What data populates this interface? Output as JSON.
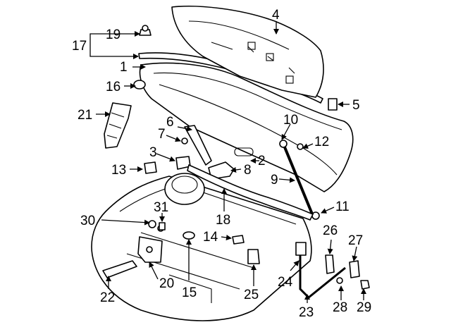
{
  "figure": {
    "background": "#ffffff",
    "line_color": "#000000"
  },
  "callouts": {
    "c1": "1",
    "c2": "2",
    "c3": "3",
    "c4": "4",
    "c5": "5",
    "c6": "6",
    "c7": "7",
    "c8": "8",
    "c9": "9",
    "c10": "10",
    "c11": "11",
    "c12": "12",
    "c13": "13",
    "c14": "14",
    "c15": "15",
    "c16": "16",
    "c17": "17",
    "c18": "18",
    "c19": "19",
    "c20": "20",
    "c21": "21",
    "c22": "22",
    "c23": "23",
    "c24": "24",
    "c25": "25",
    "c26": "26",
    "c27": "27",
    "c28": "28",
    "c29": "29",
    "c30": "30",
    "c31": "31"
  }
}
